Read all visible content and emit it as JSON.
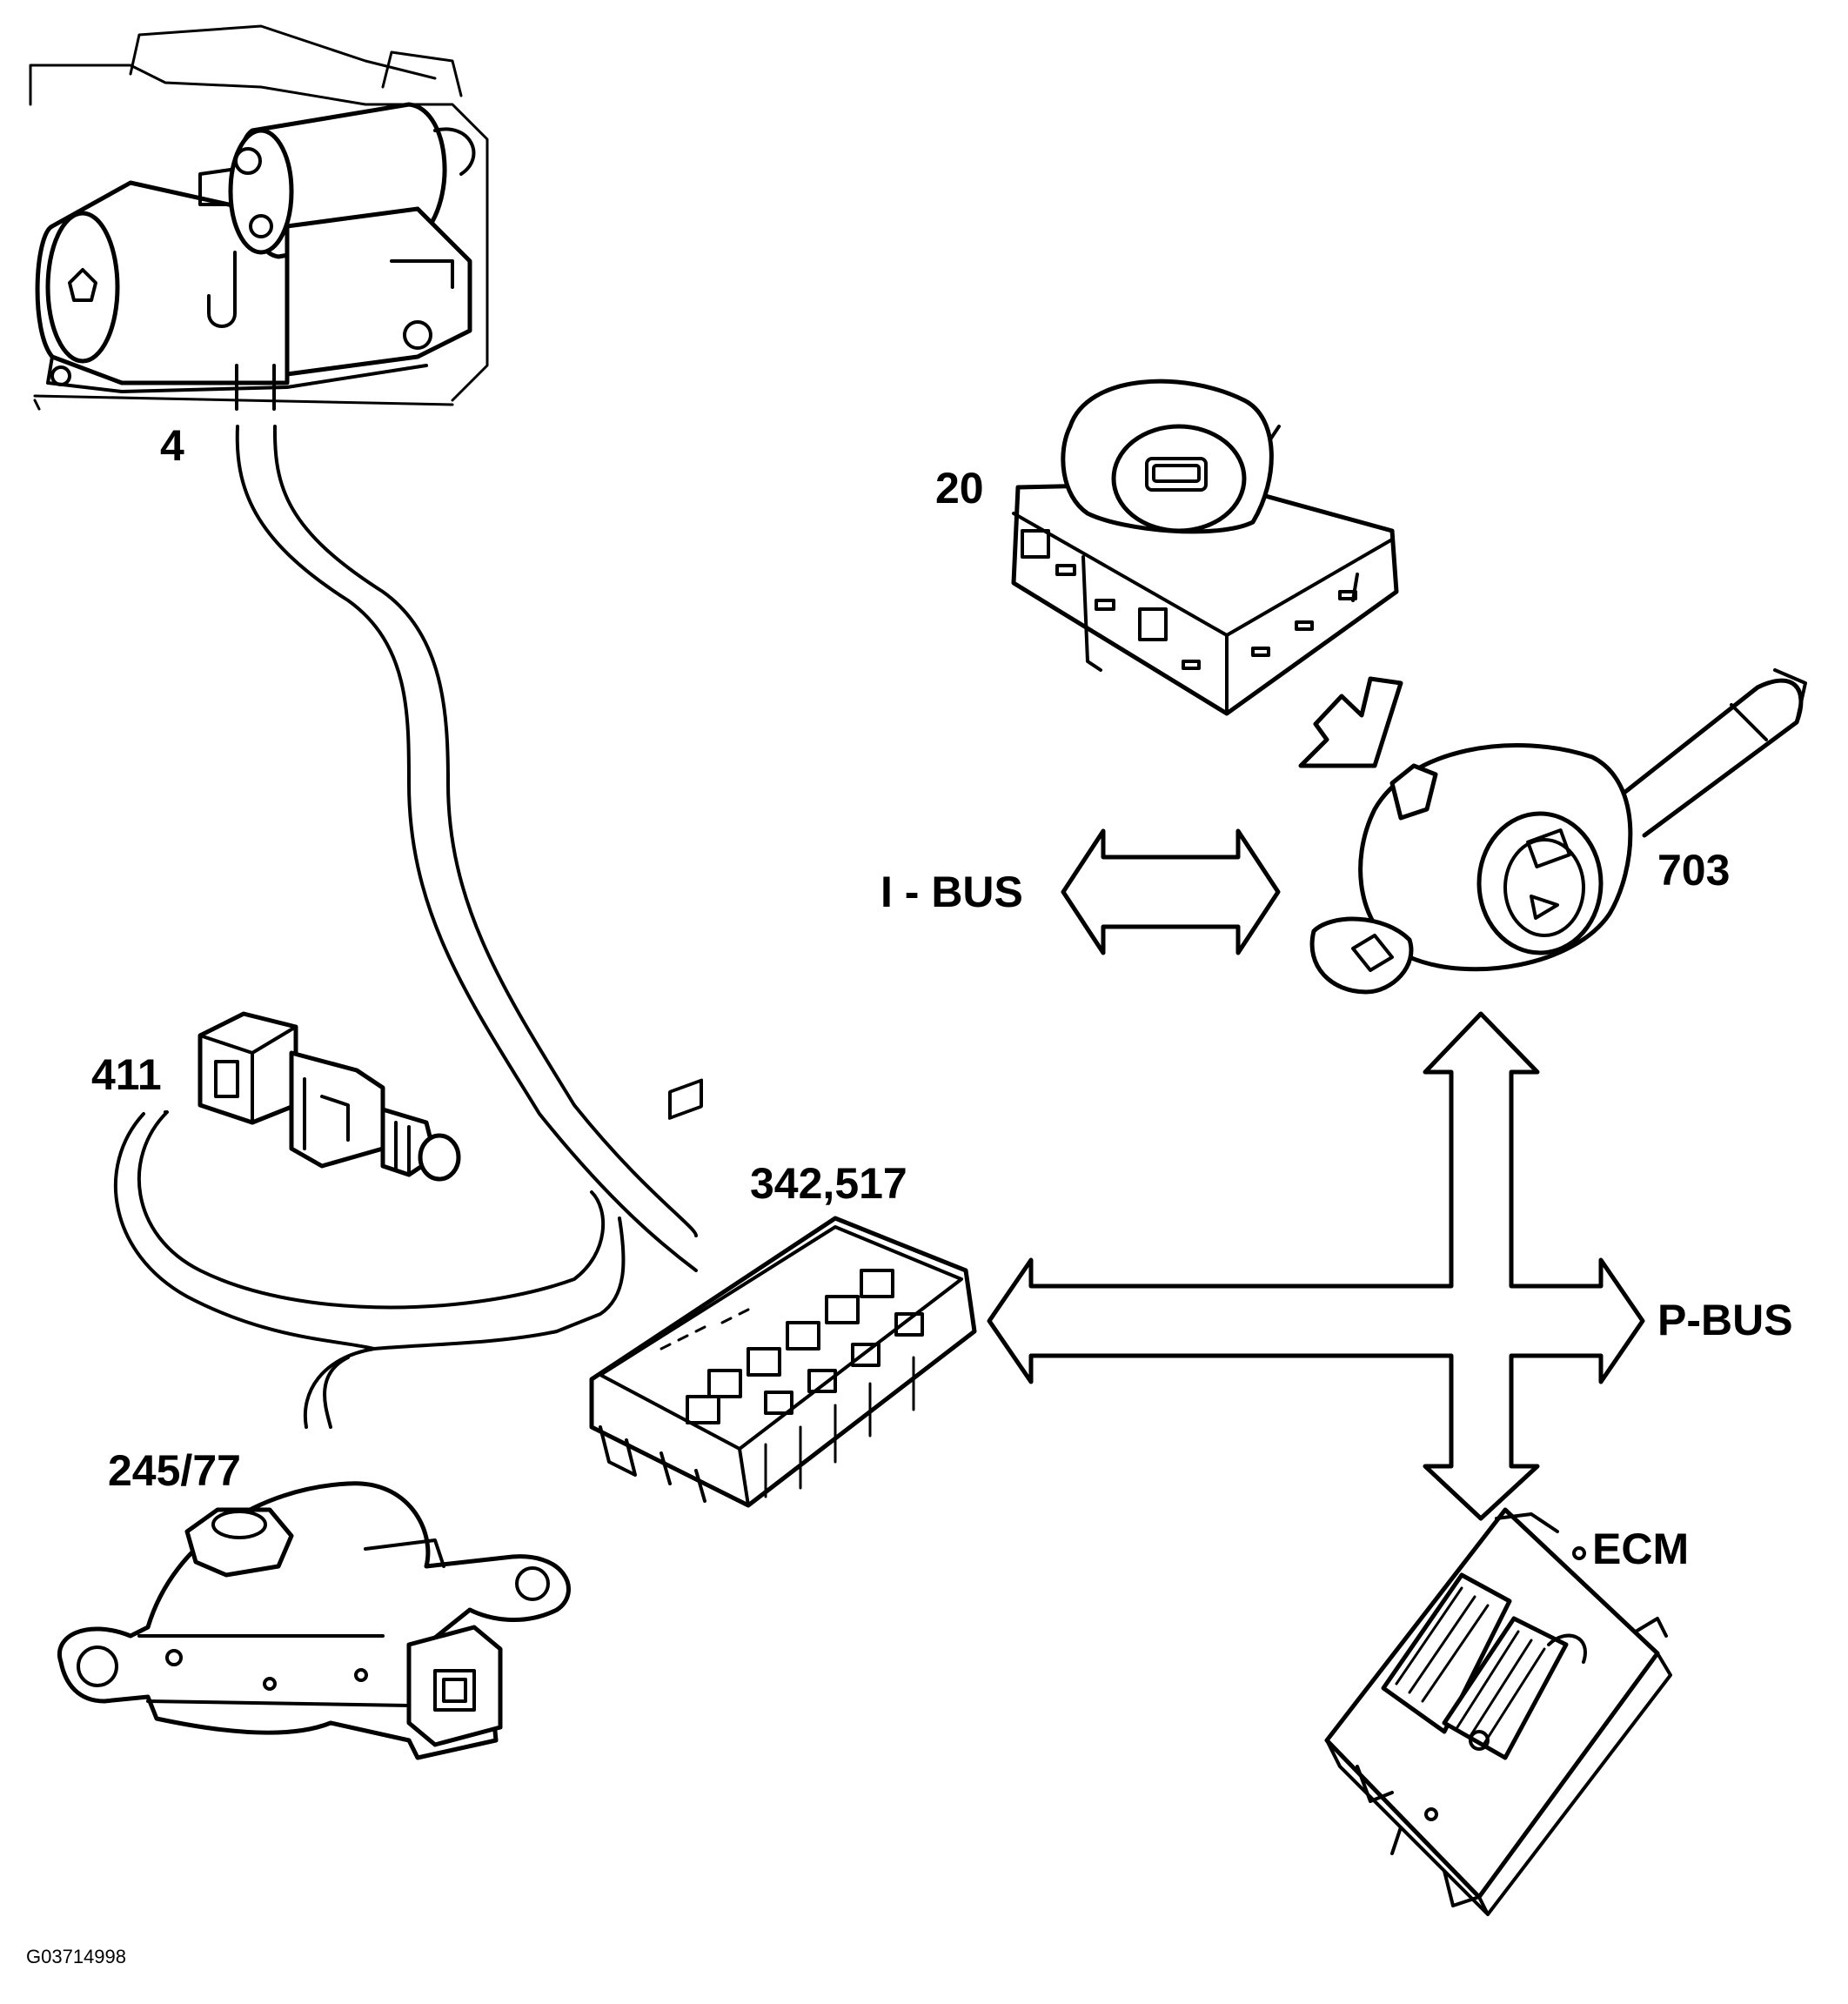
{
  "labels": {
    "starter_motor": "4",
    "ignition_switch": "20",
    "steering_wheel_module": "703",
    "i_bus": "I - BUS",
    "brake_light_switch": "411",
    "central_electronic_module": "342,517",
    "p_bus": "P-BUS",
    "gear_position_sensor": "245/77",
    "engine_control_module": "ECM",
    "figure_code": "G03714998"
  },
  "colors": {
    "line": "#000000",
    "background": "#ffffff"
  }
}
